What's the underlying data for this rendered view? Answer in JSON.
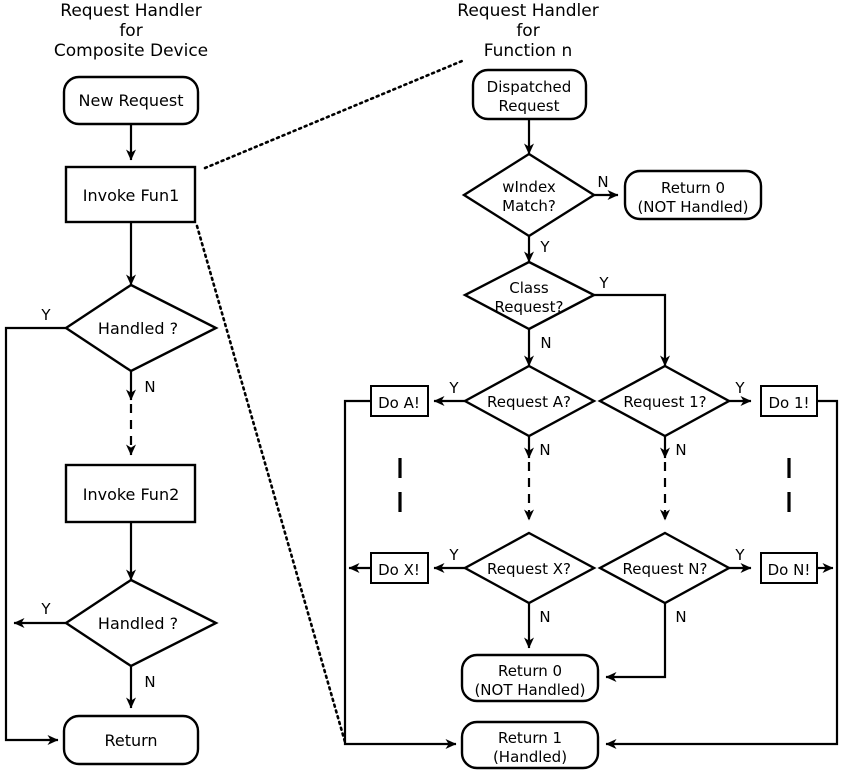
{
  "diagram": {
    "titles": {
      "left": [
        "Request Handler",
        "for",
        "Composite Device"
      ],
      "right": [
        "Request Handler",
        "for",
        "Function n"
      ]
    },
    "left_flow": {
      "nodes": [
        {
          "id": "new-request",
          "label": "New Request",
          "shape": "rounded"
        },
        {
          "id": "invoke-fun1",
          "label": "Invoke Fun1",
          "shape": "rect"
        },
        {
          "id": "handled-1",
          "label": "Handled ?",
          "shape": "diamond"
        },
        {
          "id": "invoke-fun2",
          "label": "Invoke Fun2",
          "shape": "rect"
        },
        {
          "id": "handled-2",
          "label": "Handled ?",
          "shape": "diamond"
        },
        {
          "id": "return",
          "label": "Return",
          "shape": "rounded"
        }
      ],
      "edge_labels": {
        "handled1_yes": "Y",
        "handled1_no": "N",
        "handled2_yes": "Y",
        "handled2_no": "N"
      }
    },
    "right_flow": {
      "nodes": [
        {
          "id": "dispatched-request",
          "label_line1": "Dispatched",
          "label_line2": "Request",
          "shape": "rounded"
        },
        {
          "id": "windex-match",
          "label_line1": "wIndex",
          "label_line2": "Match?",
          "shape": "diamond"
        },
        {
          "id": "return0-top",
          "label_line1": "Return 0",
          "label_line2": "(NOT Handled)",
          "shape": "rounded"
        },
        {
          "id": "class-request",
          "label_line1": "Class",
          "label_line2": "Request?",
          "shape": "diamond"
        },
        {
          "id": "request-a",
          "label": "Request A?",
          "shape": "diamond"
        },
        {
          "id": "request-1",
          "label": "Request 1?",
          "shape": "diamond"
        },
        {
          "id": "request-x",
          "label": "Request X?",
          "shape": "diamond"
        },
        {
          "id": "request-n",
          "label": "Request N?",
          "shape": "diamond"
        },
        {
          "id": "do-a",
          "label": "Do A!",
          "shape": "rect"
        },
        {
          "id": "do-1",
          "label": "Do 1!",
          "shape": "rect"
        },
        {
          "id": "do-x",
          "label": "Do X!",
          "shape": "rect"
        },
        {
          "id": "do-n",
          "label": "Do N!",
          "shape": "rect"
        },
        {
          "id": "return0-bottom",
          "label_line1": "Return 0",
          "label_line2": "(NOT Handled)",
          "shape": "rounded"
        },
        {
          "id": "return1",
          "label_line1": "Return 1",
          "label_line2": "(Handled)",
          "shape": "rounded"
        }
      ],
      "edge_labels": {
        "windex_no": "N",
        "windex_yes": "Y",
        "class_yes": "Y",
        "class_no": "N",
        "reqa_yes": "Y",
        "reqa_no": "N",
        "req1_yes": "Y",
        "req1_no": "N",
        "reqx_yes": "Y",
        "reqx_no": "N",
        "reqn_yes": "Y",
        "reqn_no": "N"
      }
    },
    "colors": {
      "stroke": "#000000",
      "fill": "#ffffff",
      "background": "#ffffff"
    }
  }
}
